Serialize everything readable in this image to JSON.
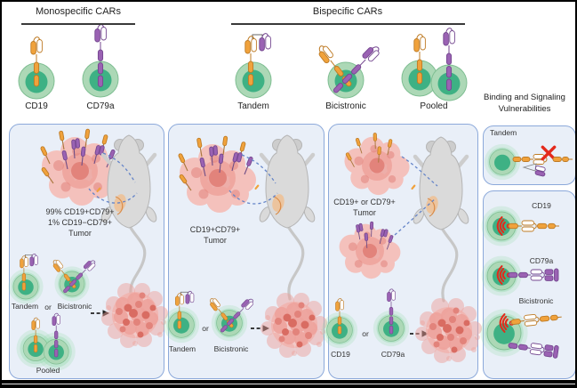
{
  "header": {
    "monospecific_title": "Monospecific CARs",
    "bispecific_title": "Bispecific CARs",
    "vulnerabilities_title_line1": "Binding and Signaling",
    "vulnerabilities_title_line2": "Vulnerabilities"
  },
  "top_row": {
    "cd19": "CD19",
    "cd79a": "CD79a",
    "tandem": "Tandem",
    "bicistronic": "Bicistronic",
    "pooled": "Pooled"
  },
  "panel1": {
    "tumor_line1": "99% CD19+CD79+",
    "tumor_line2": "1% CD19−CD79+",
    "tumor_line3": "Tumor",
    "car1": "Tandem",
    "or": "or",
    "car2": "Bicistronic",
    "car3": "Pooled"
  },
  "panel2": {
    "tumor_line1": "CD19+CD79+",
    "tumor_line2": "Tumor",
    "car1": "Tandem",
    "or": "or",
    "car2": "Bicistronic"
  },
  "panel3": {
    "tumor_line1": "CD19+ or CD79+",
    "tumor_line2": "Tumor",
    "car1": "CD19",
    "or": "or",
    "car2": "CD79a"
  },
  "vuln": {
    "tandem": "Tandem",
    "cd19": "CD19",
    "cd79a": "CD79a",
    "bicistronic": "Bicistronic"
  },
  "colors": {
    "orange": "#F0A23C",
    "orange_dark": "#BE7B25",
    "purple": "#9A62B3",
    "purple_dark": "#74478F",
    "cell_outer": "#ACD8B6",
    "cell_edge": "#7FBE92",
    "cell_inner": "#3EB184",
    "glow": "#8FD9A5",
    "panel_bg": "#E9EFF8",
    "panel_border": "#8CA9DA",
    "pink1": "#F4C1BC",
    "pink2": "#EDA29B",
    "pink3": "#E2837B",
    "pink4": "#D96C62",
    "red": "#E4291B",
    "blue_dash": "#6484C8",
    "mouse": "#DADADA",
    "mouse_edge": "#B5B5B5",
    "mouse2": "#CDCDCD",
    "patch": "#ECC49E",
    "patch_line": "#D98C4A"
  }
}
